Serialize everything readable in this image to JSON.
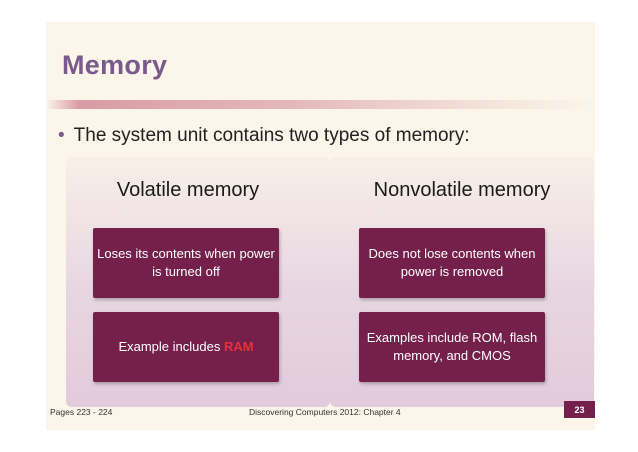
{
  "slide": {
    "title": "Memory",
    "bullet": "The system unit contains two types of memory:",
    "bullet_marker": "•",
    "columns": [
      {
        "heading": "Volatile memory",
        "boxes": [
          {
            "text": "Loses its contents when power is turned off"
          },
          {
            "prefix": "Example includes ",
            "highlight": "RAM"
          }
        ]
      },
      {
        "heading": "Nonvolatile memory",
        "boxes": [
          {
            "text": "Does not lose contents when power is removed"
          },
          {
            "text": "Examples include ROM, flash memory, and CMOS"
          }
        ]
      }
    ],
    "footer": {
      "pages": "Pages 223 - 224",
      "source": "Discovering Computers 2012: Chapter 4",
      "page_number": "23"
    }
  },
  "colors": {
    "background": "#fbf6e9",
    "title": "#7a5a8c",
    "box_fill": "#74204a",
    "column_fill": "#e7d5e2",
    "highlight": "#e8303a"
  }
}
